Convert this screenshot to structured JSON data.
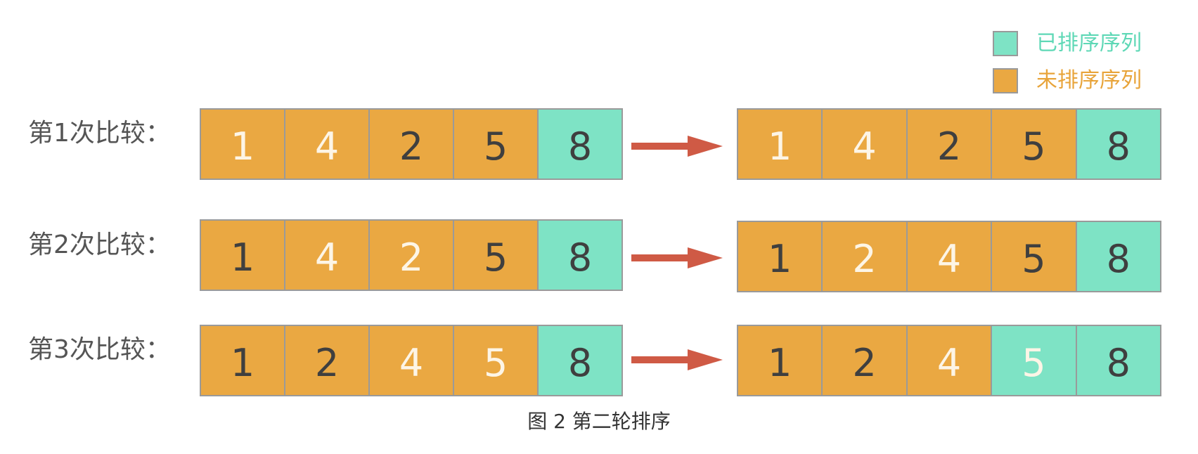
{
  "colors": {
    "sorted": "#7ee3c5",
    "unsorted": "#eaa842",
    "sorted_text": "#5fd8b6",
    "unsorted_text": "#e8a43a",
    "light_digit": "#fdf5e6",
    "dark_digit": "#3f3f3f",
    "arrow": "#cf5a45"
  },
  "legend": {
    "sorted_label": "已排序序列",
    "unsorted_label": "未排序序列"
  },
  "rows": [
    {
      "label": "第1次比较：",
      "before": [
        {
          "value": "1",
          "state": "unsorted",
          "digit": "light"
        },
        {
          "value": "4",
          "state": "unsorted",
          "digit": "light"
        },
        {
          "value": "2",
          "state": "unsorted",
          "digit": "dark"
        },
        {
          "value": "5",
          "state": "unsorted",
          "digit": "dark"
        },
        {
          "value": "8",
          "state": "sorted",
          "digit": "dark"
        }
      ],
      "after": [
        {
          "value": "1",
          "state": "unsorted",
          "digit": "light"
        },
        {
          "value": "4",
          "state": "unsorted",
          "digit": "light"
        },
        {
          "value": "2",
          "state": "unsorted",
          "digit": "dark"
        },
        {
          "value": "5",
          "state": "unsorted",
          "digit": "dark"
        },
        {
          "value": "8",
          "state": "sorted",
          "digit": "dark"
        }
      ]
    },
    {
      "label": "第2次比较：",
      "before": [
        {
          "value": "1",
          "state": "unsorted",
          "digit": "dark"
        },
        {
          "value": "4",
          "state": "unsorted",
          "digit": "light"
        },
        {
          "value": "2",
          "state": "unsorted",
          "digit": "light"
        },
        {
          "value": "5",
          "state": "unsorted",
          "digit": "dark"
        },
        {
          "value": "8",
          "state": "sorted",
          "digit": "dark"
        }
      ],
      "after": [
        {
          "value": "1",
          "state": "unsorted",
          "digit": "dark"
        },
        {
          "value": "2",
          "state": "unsorted",
          "digit": "light"
        },
        {
          "value": "4",
          "state": "unsorted",
          "digit": "light"
        },
        {
          "value": "5",
          "state": "unsorted",
          "digit": "dark"
        },
        {
          "value": "8",
          "state": "sorted",
          "digit": "dark"
        }
      ]
    },
    {
      "label": "第3次比较：",
      "before": [
        {
          "value": "1",
          "state": "unsorted",
          "digit": "dark"
        },
        {
          "value": "2",
          "state": "unsorted",
          "digit": "dark"
        },
        {
          "value": "4",
          "state": "unsorted",
          "digit": "light"
        },
        {
          "value": "5",
          "state": "unsorted",
          "digit": "light"
        },
        {
          "value": "8",
          "state": "sorted",
          "digit": "dark"
        }
      ],
      "after": [
        {
          "value": "1",
          "state": "unsorted",
          "digit": "dark"
        },
        {
          "value": "2",
          "state": "unsorted",
          "digit": "dark"
        },
        {
          "value": "4",
          "state": "unsorted",
          "digit": "light"
        },
        {
          "value": "5",
          "state": "sorted",
          "digit": "light"
        },
        {
          "value": "8",
          "state": "sorted",
          "digit": "dark"
        }
      ]
    }
  ],
  "caption": "图 2 第二轮排序"
}
